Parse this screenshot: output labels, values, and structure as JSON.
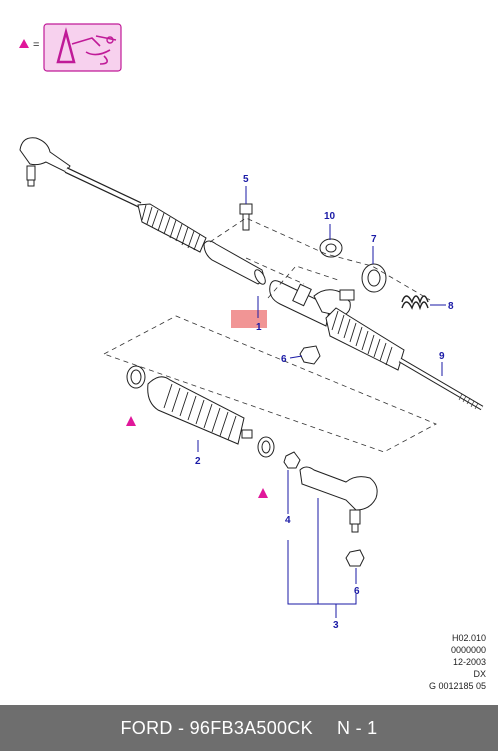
{
  "legend": {
    "equals": "=",
    "marker_color": "#e0179a",
    "icon": "assembly-tools-icon"
  },
  "callouts": [
    {
      "id": "1",
      "label": "1"
    },
    {
      "id": "2",
      "label": "2"
    },
    {
      "id": "3",
      "label": "3"
    },
    {
      "id": "4",
      "label": "4"
    },
    {
      "id": "5",
      "label": "5"
    },
    {
      "id": "6a",
      "label": "6"
    },
    {
      "id": "6b",
      "label": "6"
    },
    {
      "id": "7",
      "label": "7"
    },
    {
      "id": "8",
      "label": "8"
    },
    {
      "id": "9",
      "label": "9"
    },
    {
      "id": "10",
      "label": "10"
    }
  ],
  "meta": {
    "line1": "H02.010",
    "line2": "0000000",
    "line3": "12-2003",
    "line4": "DX",
    "line5": "G 0012185 05"
  },
  "footer": {
    "part": "FORD - 96FB3A500CK",
    "page": "N - 1"
  },
  "colors": {
    "callout": "#1a1aa6",
    "highlight": "#f08a8a",
    "footer_bg": "#6e6e6e"
  }
}
